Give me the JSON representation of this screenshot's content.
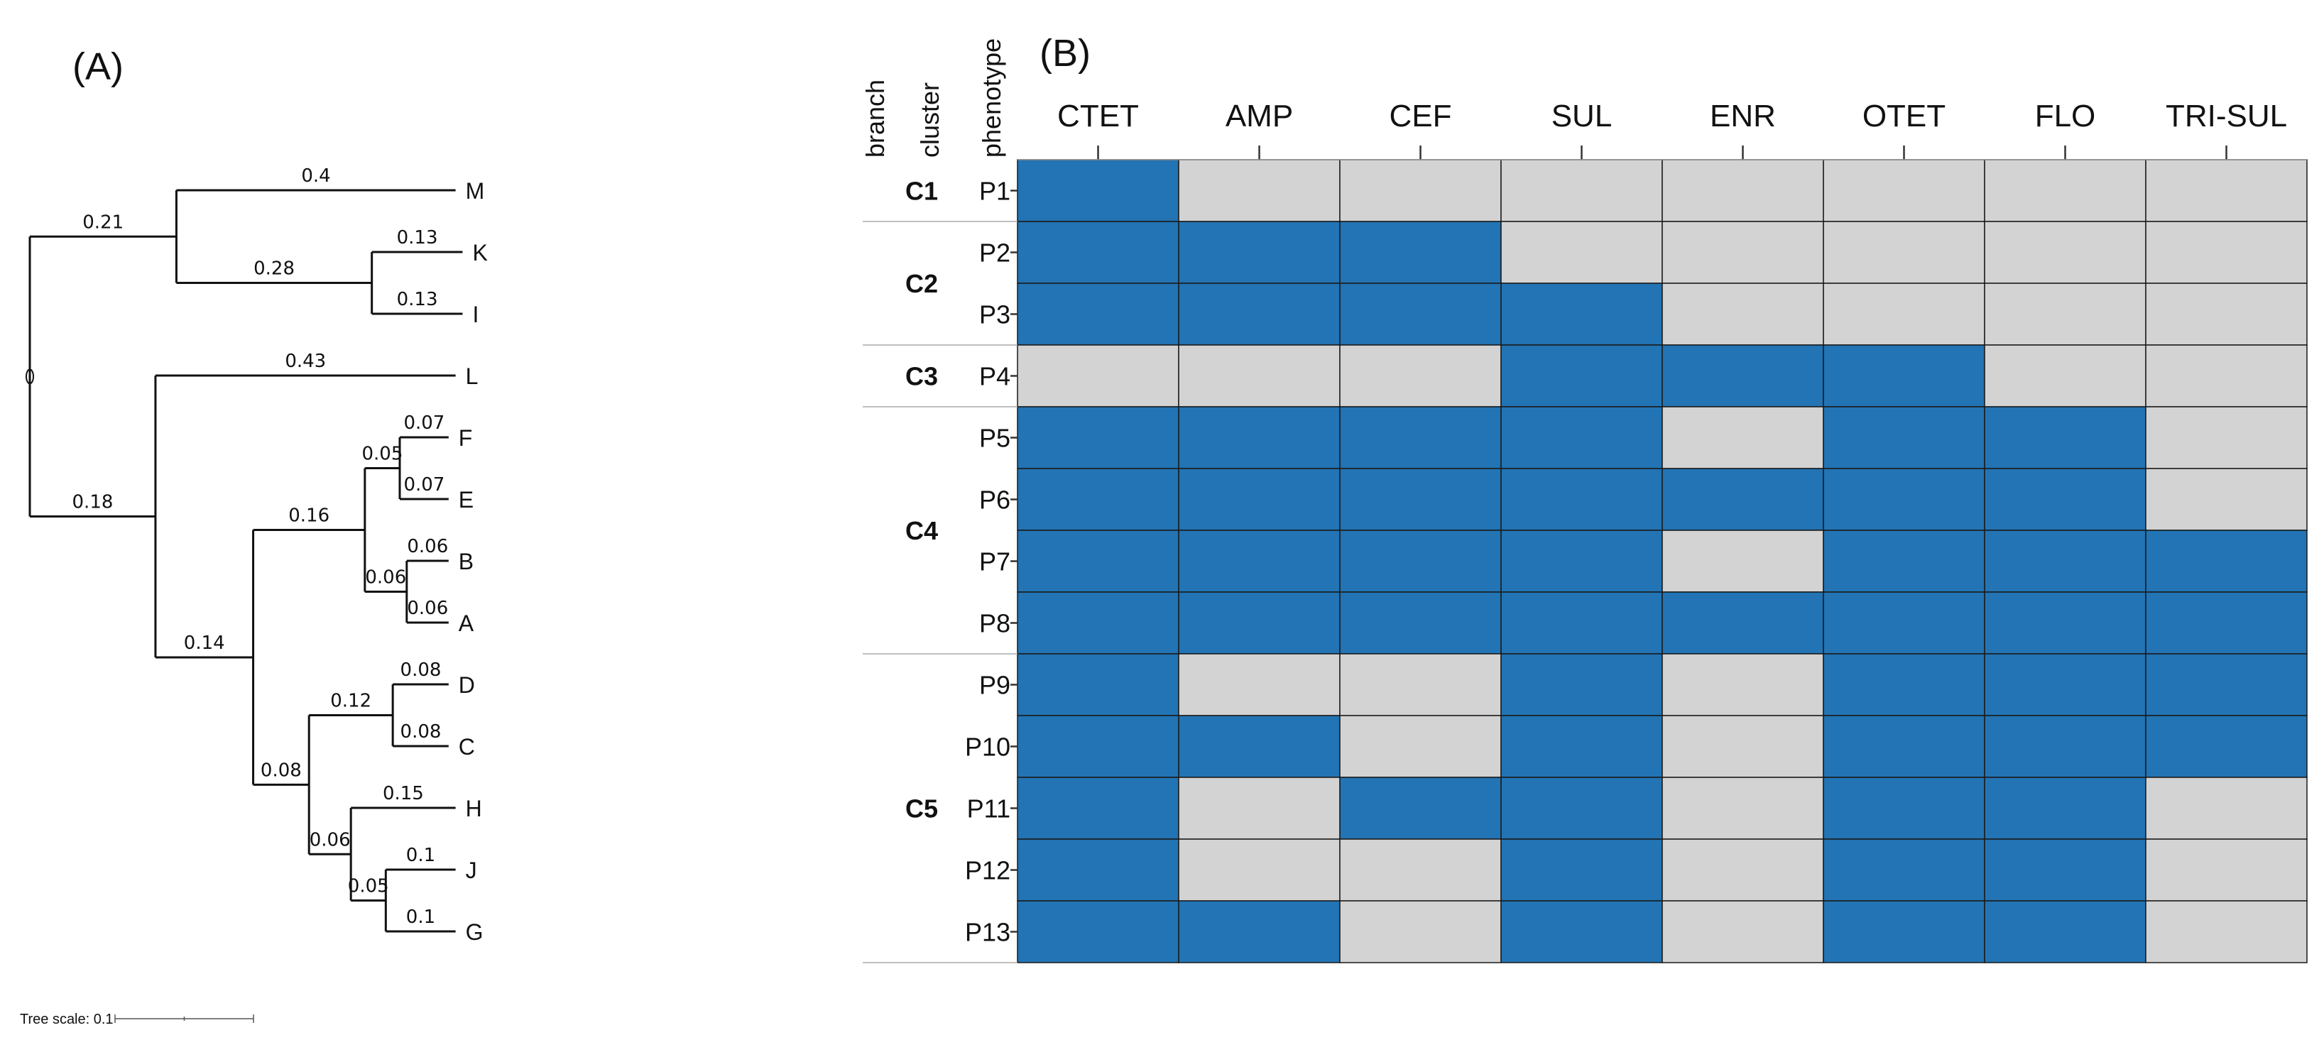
{
  "panel_labels": {
    "tree": "(A)",
    "heatmap": "(B)"
  },
  "column_headers": {
    "branch": "branch",
    "cluster": "cluster",
    "phenotype": "phenotype"
  },
  "tree_scale": {
    "label": "Tree scale: 0.1",
    "value": 0.1
  },
  "colors": {
    "resistant": "#2274b4",
    "susceptible": "#d3d3d3",
    "line": "#111111"
  },
  "chart_data": [
    {
      "type": "dendrogram",
      "title": "",
      "leaf_order": [
        "M",
        "K",
        "I",
        "L",
        "F",
        "E",
        "B",
        "A",
        "D",
        "C",
        "H",
        "J",
        "G"
      ],
      "tree": {
        "id": "root",
        "length": 0,
        "children": [
          {
            "id": "n1",
            "length": 0.21,
            "children": [
              {
                "id": "M",
                "length": 0.4
              },
              {
                "id": "n2",
                "length": 0.28,
                "children": [
                  {
                    "id": "K",
                    "length": 0.13
                  },
                  {
                    "id": "I",
                    "length": 0.13
                  }
                ]
              }
            ]
          },
          {
            "id": "n3",
            "length": 0.18,
            "children": [
              {
                "id": "L",
                "length": 0.43
              },
              {
                "id": "n4",
                "length": 0.14,
                "children": [
                  {
                    "id": "n5",
                    "length": 0.16,
                    "children": [
                      {
                        "id": "n6",
                        "length": 0.05,
                        "children": [
                          {
                            "id": "F",
                            "length": 0.07
                          },
                          {
                            "id": "E",
                            "length": 0.07
                          }
                        ]
                      },
                      {
                        "id": "n7",
                        "length": 0.06,
                        "children": [
                          {
                            "id": "B",
                            "length": 0.06
                          },
                          {
                            "id": "A",
                            "length": 0.06
                          }
                        ]
                      }
                    ]
                  },
                  {
                    "id": "n8",
                    "length": 0.08,
                    "children": [
                      {
                        "id": "n9",
                        "length": 0.12,
                        "children": [
                          {
                            "id": "D",
                            "length": 0.08
                          },
                          {
                            "id": "C",
                            "length": 0.08
                          }
                        ]
                      },
                      {
                        "id": "n10",
                        "length": 0.06,
                        "children": [
                          {
                            "id": "H",
                            "length": 0.15
                          },
                          {
                            "id": "n11",
                            "length": 0.05,
                            "children": [
                              {
                                "id": "J",
                                "length": 0.1
                              },
                              {
                                "id": "G",
                                "length": 0.1
                              }
                            ]
                          }
                        ]
                      }
                    ]
                  }
                ]
              }
            ]
          }
        ]
      }
    },
    {
      "type": "heatmap",
      "title": "",
      "columns": [
        "CTET",
        "AMP",
        "CEF",
        "SUL",
        "ENR",
        "OTET",
        "FLO",
        "TRI-SUL"
      ],
      "rows": [
        "P1",
        "P2",
        "P3",
        "P4",
        "P5",
        "P6",
        "P7",
        "P8",
        "P9",
        "P10",
        "P11",
        "P12",
        "P13"
      ],
      "values": [
        [
          1,
          0,
          0,
          0,
          0,
          0,
          0,
          0
        ],
        [
          1,
          1,
          1,
          0,
          0,
          0,
          0,
          0
        ],
        [
          1,
          1,
          1,
          1,
          0,
          0,
          0,
          0
        ],
        [
          0,
          0,
          0,
          1,
          1,
          1,
          0,
          0
        ],
        [
          1,
          1,
          1,
          1,
          0,
          1,
          1,
          0
        ],
        [
          1,
          1,
          1,
          1,
          1,
          1,
          1,
          0
        ],
        [
          1,
          1,
          1,
          1,
          0,
          1,
          1,
          1
        ],
        [
          1,
          1,
          1,
          1,
          1,
          1,
          1,
          1
        ],
        [
          1,
          0,
          0,
          1,
          0,
          1,
          1,
          1
        ],
        [
          1,
          1,
          0,
          1,
          0,
          1,
          1,
          1
        ],
        [
          1,
          0,
          1,
          1,
          0,
          1,
          1,
          0
        ],
        [
          1,
          0,
          0,
          1,
          0,
          1,
          1,
          0
        ],
        [
          1,
          1,
          0,
          1,
          0,
          1,
          1,
          0
        ]
      ],
      "clusters": [
        {
          "label": "C1",
          "rows": [
            "P1"
          ]
        },
        {
          "label": "C2",
          "rows": [
            "P2",
            "P3"
          ]
        },
        {
          "label": "C3",
          "rows": [
            "P4"
          ]
        },
        {
          "label": "C4",
          "rows": [
            "P5",
            "P6",
            "P7",
            "P8"
          ]
        },
        {
          "label": "C5",
          "rows": [
            "P9",
            "P10",
            "P11",
            "P12",
            "P13"
          ]
        }
      ]
    }
  ]
}
